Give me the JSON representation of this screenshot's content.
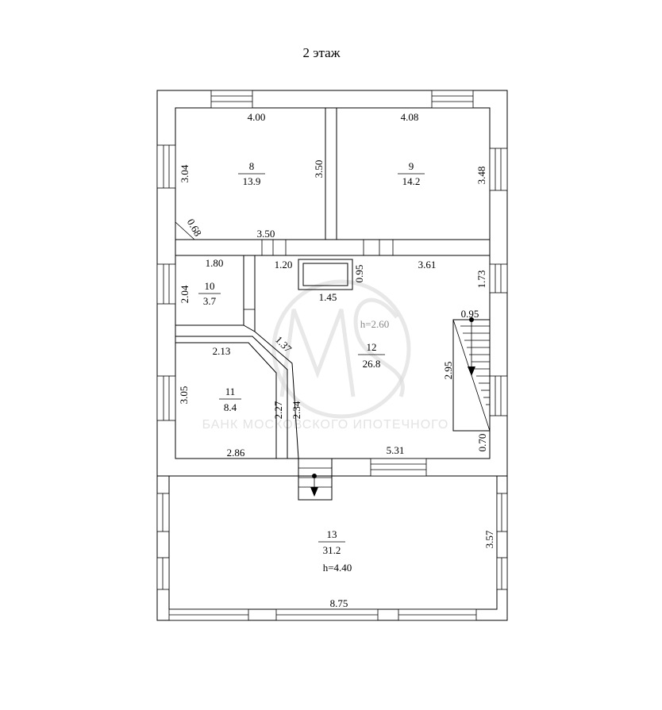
{
  "title": "2 этаж",
  "rooms": [
    {
      "id": "8",
      "number": "8",
      "area": "13.9"
    },
    {
      "id": "9",
      "number": "9",
      "area": "14.2"
    },
    {
      "id": "10",
      "number": "10",
      "area": "3.7"
    },
    {
      "id": "11",
      "number": "11",
      "area": "8.4"
    },
    {
      "id": "12",
      "number": "12",
      "area": "26.8"
    },
    {
      "id": "13",
      "number": "13",
      "area": "31.2"
    }
  ],
  "heights": {
    "main": "h=2.60",
    "room13": "h=4.40"
  },
  "dimensions": {
    "d400": "4.00",
    "d408": "4.08",
    "d304": "3.04",
    "d350v": "3.50",
    "d348": "3.48",
    "d068": "0.68",
    "d350h": "3.50",
    "d180": "1.80",
    "d120": "1.20",
    "d095a": "0.95",
    "d361": "3.61",
    "d204": "2.04",
    "d145": "1.45",
    "d173": "1.73",
    "d095b": "0.95",
    "d213": "2.13",
    "d137": "1.37",
    "d295": "2.95",
    "d305": "3.05",
    "d227": "2.27",
    "d234": "2.34",
    "d070": "0.70",
    "d286": "2.86",
    "d531": "5.31",
    "d357": "3.57",
    "d875": "8.75"
  },
  "colors": {
    "line": "#000000",
    "watermark": "#d9d9d9",
    "height_label": "#888888"
  }
}
